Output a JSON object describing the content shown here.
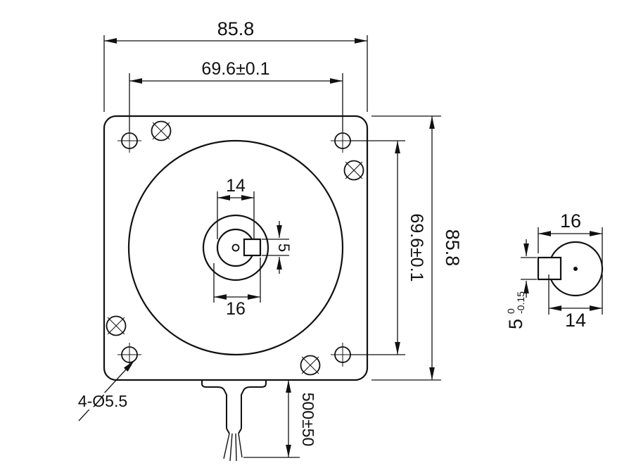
{
  "front": {
    "overall_width": "85.8",
    "mount_spacing_h": "69.6±0.1",
    "boss_width": "14",
    "shaft_width": "16",
    "flat_height": "5",
    "mount_spacing_v": "69.6±0.1",
    "overall_height": "85.8",
    "mount_holes": "4-Ø5.5",
    "cable_length": "500±50"
  },
  "side": {
    "shaft_length": "16",
    "shaft_dia": "14",
    "flat_height": "5",
    "flat_tol_upper": "0",
    "flat_tol_lower": "-0.15"
  },
  "colors": {
    "line": "#111111",
    "background": "#ffffff"
  }
}
